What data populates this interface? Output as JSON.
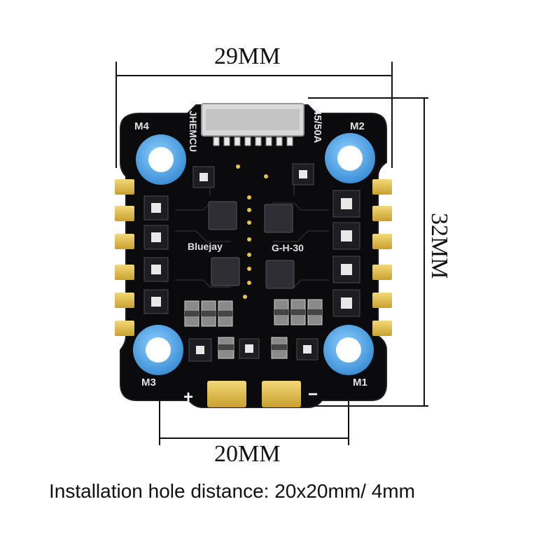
{
  "dimensions": {
    "width_label": "29MM",
    "height_label": "32MM",
    "hole_spacing_label": "20MM"
  },
  "board": {
    "motor_labels": {
      "m1": "M1",
      "m2": "M2",
      "m3": "M3",
      "m4": "M4"
    },
    "silkscreen_brand": "JHEMCU",
    "silkscreen_rating": "45/50A",
    "silkscreen_firmware": "Bluejay",
    "silkscreen_model": "G-H-30",
    "plus_sign": "+",
    "minus_sign": "−"
  },
  "caption": "Installation hole distance: 20x20mm/ 4mm",
  "colors": {
    "board": "#0b0b0d",
    "mount_ring": "#4fa3e0",
    "gold_pad": "#e6c44a",
    "silk": "#d8d8d8"
  }
}
